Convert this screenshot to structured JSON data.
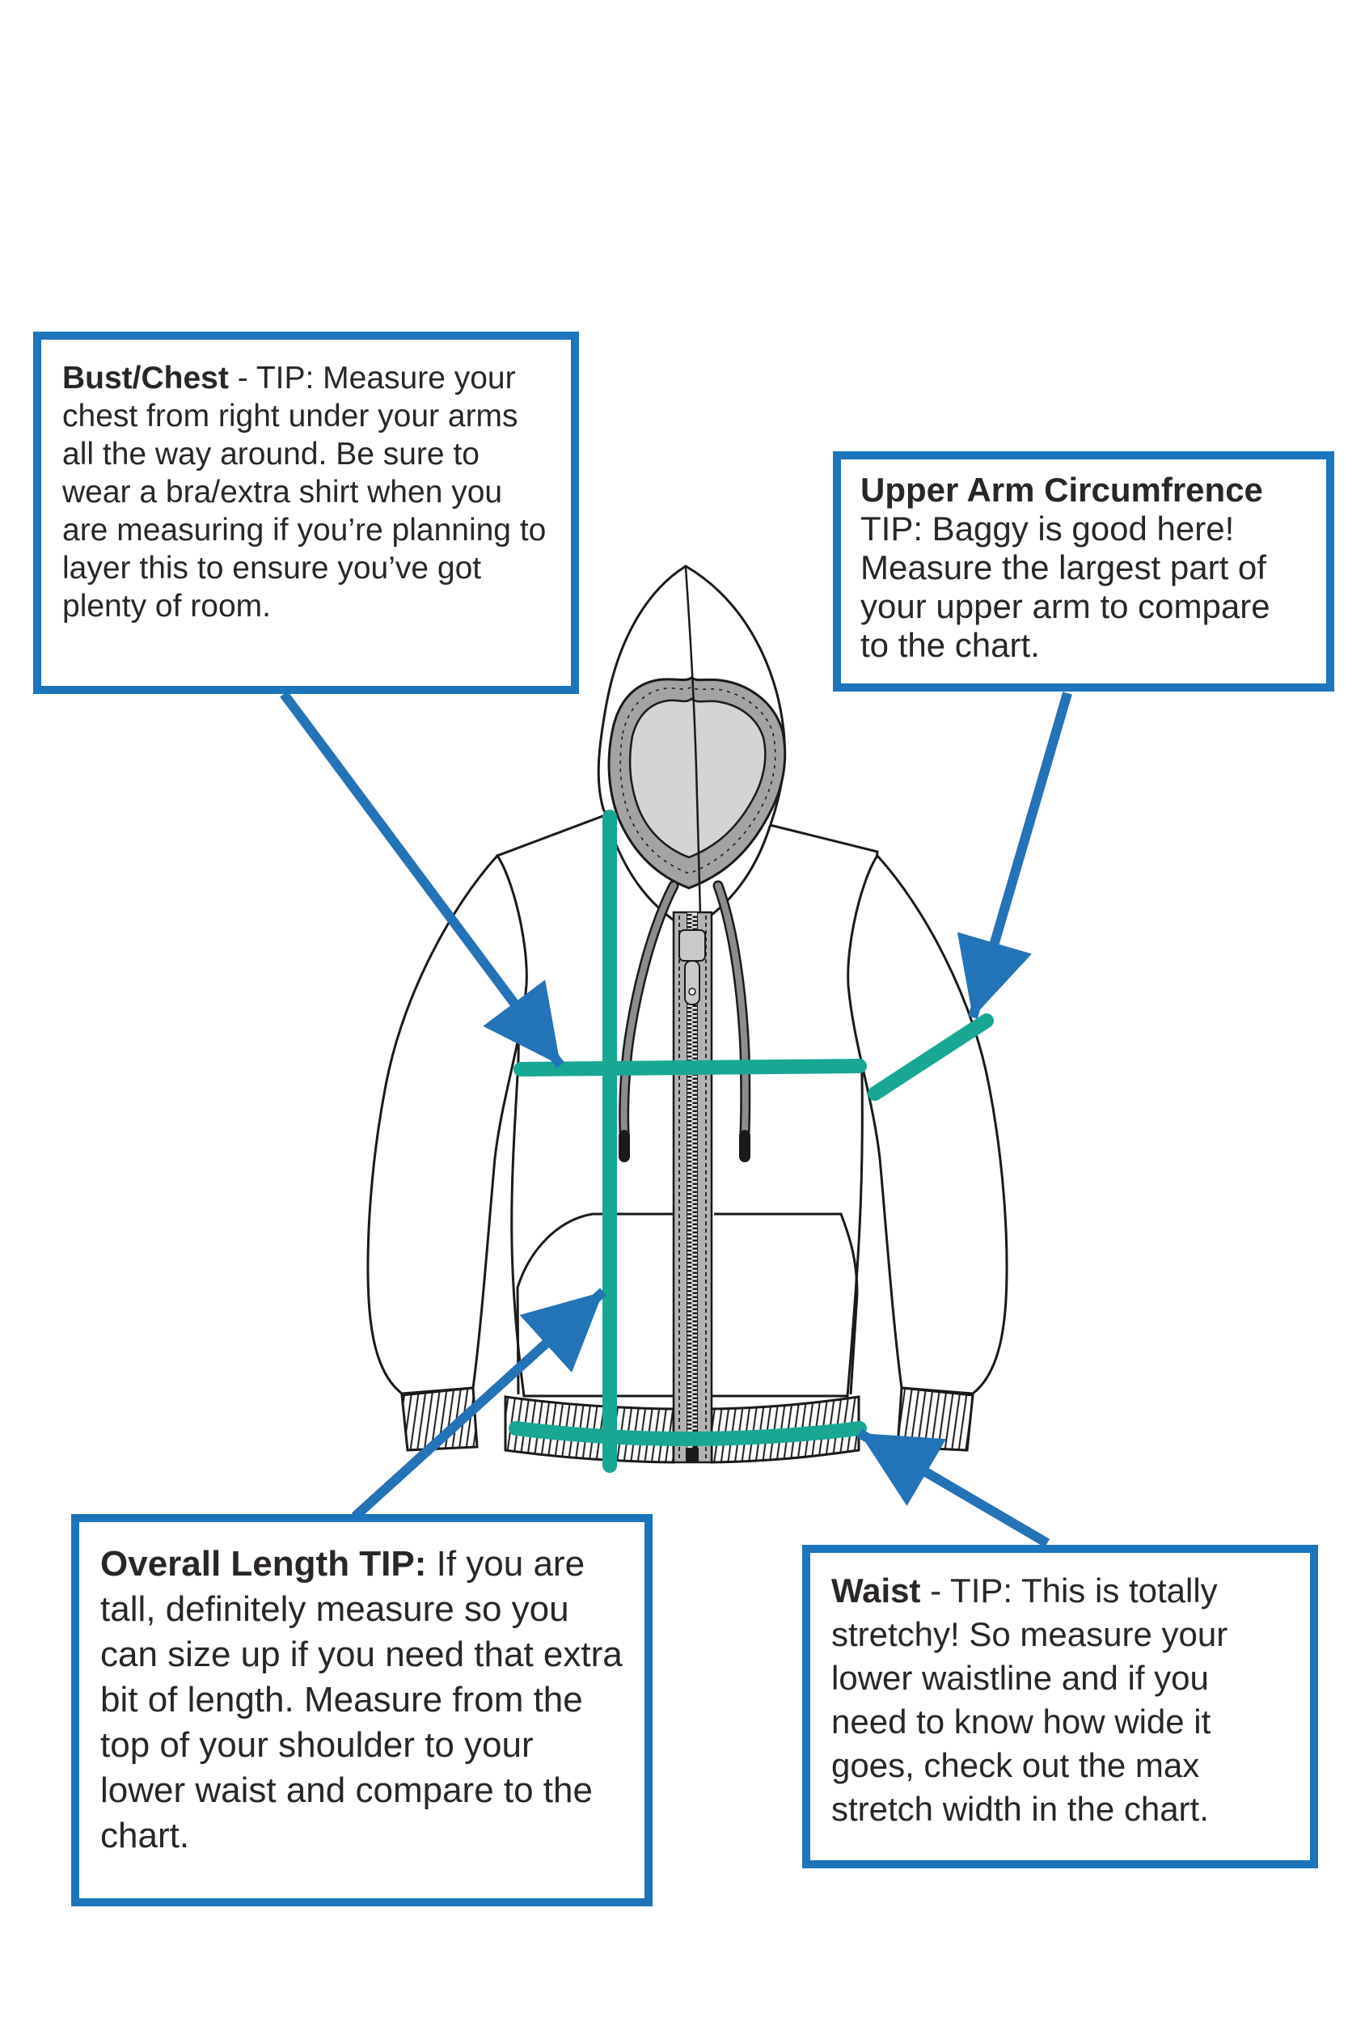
{
  "page": {
    "kind": "hoodie-sizing-tips-diagram",
    "background": "#ffffff"
  },
  "colors": {
    "box_border": "#1b75bc",
    "arrow": "#2273b8",
    "measure_line": "#18a795",
    "outline": "#1a1a1a",
    "text": "#2a2627",
    "hood_band": "#a3a3a5",
    "hood_lining": "#d4d4d5",
    "zipper_tape": "#b3b3b3",
    "drawstring": "#8c8c8e",
    "zipper_slider": "#c9c9c9"
  },
  "callouts": {
    "bust_chest": {
      "title": "Bust/Chest",
      "body": " - TIP: Measure your chest from right under your arms all the way around. Be sure to wear a bra/extra shirt when you are measuring if you’re planning to layer this to ensure you’ve got plenty of room."
    },
    "upper_arm": {
      "title": "Upper Arm Circumfrence",
      "body": "TIP: Baggy is good here! Measure the largest part of your upper arm to compare to the chart."
    },
    "overall_length": {
      "title": "Overall Length TIP:",
      "body": " If you are tall, definitely measure so you can size up if you need that extra bit of length. Measure from the top of your shoulder to your lower waist and compare to the chart."
    },
    "waist": {
      "title": "Waist",
      "body": " - TIP: This is totally stretchy! So measure your lower waistline and if you need to know how wide it goes, check out the max stretch width in the chart."
    }
  },
  "diagram": {
    "illustration": "zip-up hoodie line drawing (front view)",
    "measurement_lines": [
      {
        "name": "bust-chest",
        "shape": "horizontal line across chest"
      },
      {
        "name": "overall-length",
        "shape": "vertical line from shoulder to hem"
      },
      {
        "name": "waist",
        "shape": "curved line along hem band"
      },
      {
        "name": "upper-arm-circumference",
        "shape": "diagonal line across upper sleeve"
      }
    ],
    "arrows": [
      {
        "name": "bust-chest-arrow",
        "from": "bust/chest box",
        "to": "chest line"
      },
      {
        "name": "upper-arm-arrow",
        "from": "upper arm box",
        "to": "sleeve line"
      },
      {
        "name": "overall-length-arrow",
        "from": "overall length box",
        "to": "vertical line"
      },
      {
        "name": "waist-arrow",
        "from": "waist box",
        "to": "hem line"
      }
    ]
  }
}
